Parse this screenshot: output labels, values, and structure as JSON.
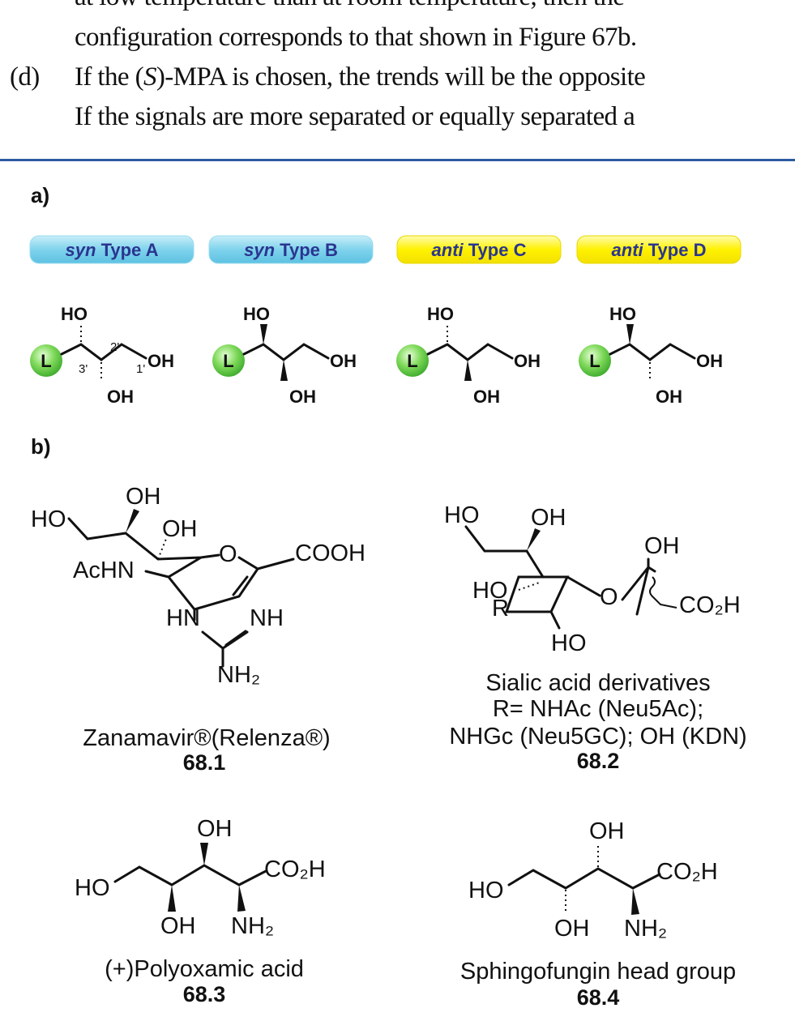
{
  "body_text": {
    "line1": "at low temperature than at room temperature, then the",
    "line2": "configuration corresponds to that shown in Figure 67b.",
    "line3_marker": "(d)",
    "line3_pre": "If the (",
    "line3_italic": "S",
    "line3_post": ")-MPA is chosen, the trends will be the opposite",
    "line4": "If the signals are more separated or equally separated a"
  },
  "colors": {
    "rule": "#2c5aa0",
    "syn_badge": "#7fd3ec",
    "anti_badge": "#fff200",
    "ligand": "#5ecb3c"
  },
  "figure": {
    "panel_a_label": "a)",
    "panel_b_label": "b)",
    "badges": [
      {
        "italic": "syn",
        "text": " Type A",
        "kind": "syn"
      },
      {
        "italic": "syn",
        "text": " Type B",
        "kind": "syn"
      },
      {
        "italic": "anti",
        "text": " Type C",
        "kind": "anti"
      },
      {
        "italic": "anti",
        "text": " Type D",
        "kind": "anti"
      }
    ],
    "diols": {
      "ligand": "L",
      "ho": "HO",
      "oh": "OH",
      "pos3": "3'",
      "pos2": "2'",
      "pos1": "1'"
    },
    "compounds": [
      {
        "number": "68.1",
        "caption": [
          "Zanamavir®(Relenza®)"
        ],
        "labels": {
          "ho": "HO",
          "oh1": "OH",
          "oh2": "OH",
          "o": "O",
          "cooh": "COOH",
          "achn": "AcHN",
          "hn": "HN",
          "nh": "NH",
          "nh2": "NH₂"
        }
      },
      {
        "number": "68.2",
        "caption": [
          "Sialic acid derivatives",
          "R= NHAc (Neu5Ac);",
          "NHGc (Neu5GC); OH (KDN)"
        ],
        "labels": {
          "ho1": "HO",
          "oh1": "OH",
          "oh2": "OH",
          "o": "O",
          "co2h": "CO₂H",
          "ho2": "HO",
          "r": "R",
          "ho3": "HO"
        }
      },
      {
        "number": "68.3",
        "caption": [
          "(+)Polyoxamic acid"
        ],
        "labels": {
          "oh_top": "OH",
          "co2h": "CO₂H",
          "ho": "HO",
          "oh_bot": "OH",
          "nh2": "NH₂"
        }
      },
      {
        "number": "68.4",
        "caption": [
          "Sphingofungin head group"
        ],
        "labels": {
          "oh_top": "OH",
          "co2h": "CO₂H",
          "ho": "HO",
          "oh_bot": "OH",
          "nh2": "NH₂"
        }
      }
    ]
  }
}
